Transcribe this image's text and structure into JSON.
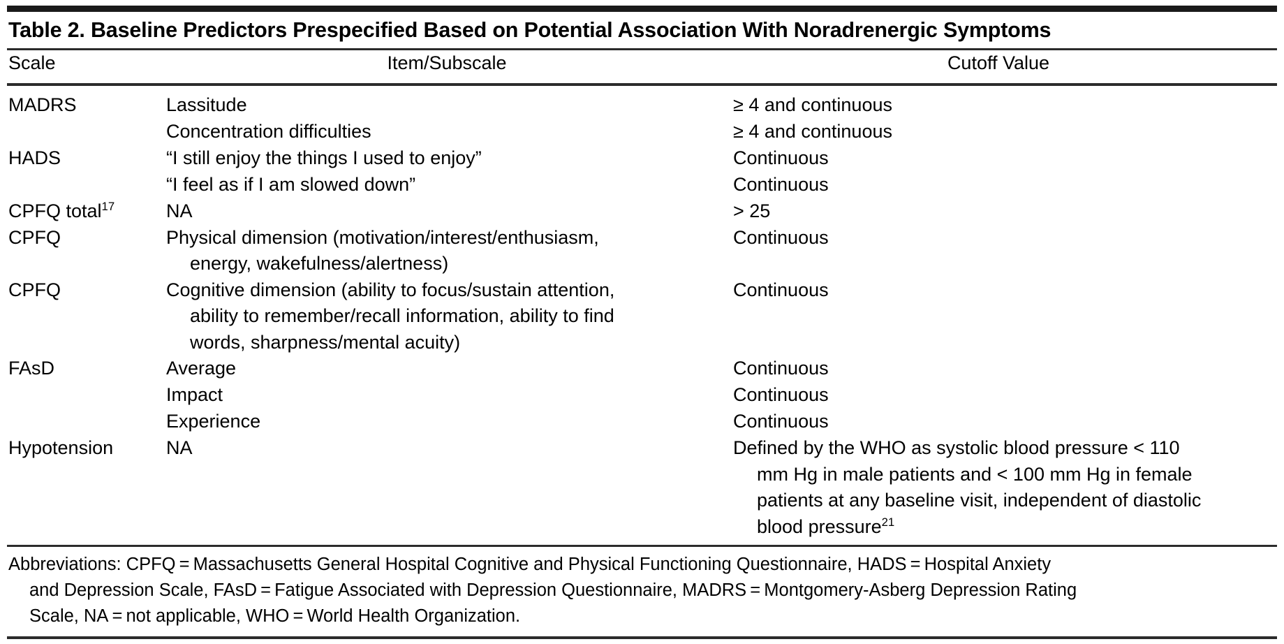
{
  "table": {
    "title": "Table 2. Baseline Predictors Prespecified Based on Potential Association With Noradrenergic Symptoms",
    "columns": {
      "scale": "Scale",
      "item": "Item/Subscale",
      "cutoff": "Cutoff Value"
    },
    "rows": [
      {
        "scale": "MADRS",
        "item_lines": [
          "Lassitude"
        ],
        "cutoff_lines": [
          "≥ 4 and continuous"
        ]
      },
      {
        "scale": "",
        "item_lines": [
          "Concentration difficulties"
        ],
        "cutoff_lines": [
          "≥ 4 and continuous"
        ]
      },
      {
        "scale": "HADS",
        "item_lines": [
          "“I still enjoy the things I used to enjoy”"
        ],
        "cutoff_lines": [
          "Continuous"
        ]
      },
      {
        "scale": "",
        "item_lines": [
          "“I feel as if I am slowed down”"
        ],
        "cutoff_lines": [
          "Continuous"
        ]
      },
      {
        "scale": "CPFQ total",
        "scale_sup": "17",
        "item_lines": [
          "NA"
        ],
        "cutoff_lines": [
          "> 25"
        ]
      },
      {
        "scale": "CPFQ",
        "item_lines": [
          "Physical dimension (motivation/interest/enthusiasm,",
          "energy, wakefulness/alertness)"
        ],
        "cutoff_lines": [
          "Continuous"
        ]
      },
      {
        "scale": "CPFQ",
        "item_lines": [
          "Cognitive dimension (ability to focus/sustain attention,",
          "ability to remember/recall information, ability to find",
          "words, sharpness/mental acuity)"
        ],
        "cutoff_lines": [
          "Continuous"
        ]
      },
      {
        "scale": "FAsD",
        "item_lines": [
          "Average"
        ],
        "cutoff_lines": [
          "Continuous"
        ]
      },
      {
        "scale": "",
        "item_lines": [
          "Impact"
        ],
        "cutoff_lines": [
          "Continuous"
        ]
      },
      {
        "scale": "",
        "item_lines": [
          "Experience"
        ],
        "cutoff_lines": [
          "Continuous"
        ]
      },
      {
        "scale": "Hypotension",
        "item_lines": [
          "NA"
        ],
        "cutoff_lines": [
          "Defined by the WHO as systolic blood pressure < 110",
          "mm Hg in male patients and < 100 mm Hg in female",
          "patients at any baseline visit, independent of diastolic",
          "blood pressure"
        ],
        "cutoff_sup": "21"
      }
    ],
    "footnote_lines": [
      "Abbreviations: CPFQ = Massachusetts General Hospital Cognitive and Physical Functioning Questionnaire, HADS = Hospital Anxiety",
      "and Depression Scale, FAsD = Fatigue Associated with Depression Questionnaire, MADRS = Montgomery-Asberg Depression Rating",
      "Scale, NA = not applicable, WHO = World Health Organization."
    ]
  },
  "colors": {
    "rule": "#1a1a1a",
    "text": "#000000",
    "background": "#ffffff"
  }
}
